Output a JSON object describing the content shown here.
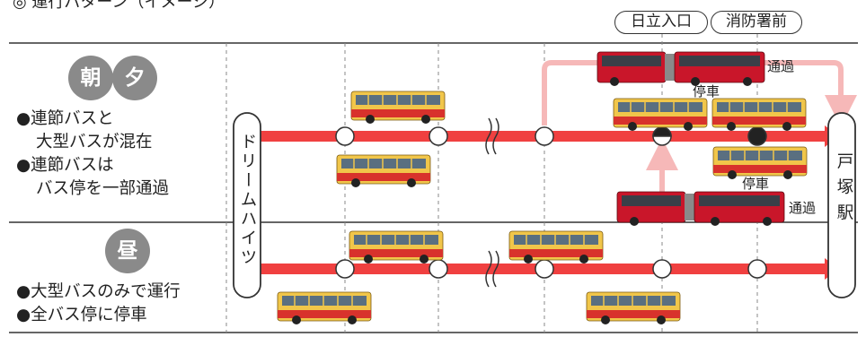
{
  "header_partial": "◎ 運行パターン（イメージ）",
  "stops": {
    "hitachi_entrance": "日立入口",
    "shobo_mae": "消防署前"
  },
  "periods": {
    "morning": {
      "badge_1": "朝",
      "badge_2": "夕",
      "lines": [
        "●連節バスと",
        "大型バスが混在",
        "●連節バスは",
        "バス停を一部通過"
      ]
    },
    "noon": {
      "badge": "昼",
      "lines": [
        "●大型バスのみで運行",
        "●全バス停に停車"
      ]
    }
  },
  "terminals": {
    "left": "ドリームハイツ",
    "right": "戸塚駅"
  },
  "annotations": {
    "pass_top": "通過",
    "stop_top": "停車",
    "stop_bottom": "停車",
    "pass_bottom": "通過"
  },
  "colors": {
    "route_arrow": "#f04040",
    "pass_path": "#f6b8b8",
    "bus_body": "#f1c64a",
    "bus_stripe": "#d8322c",
    "articulated_bus": "#c9162a",
    "badge": "#8a8a8a"
  }
}
